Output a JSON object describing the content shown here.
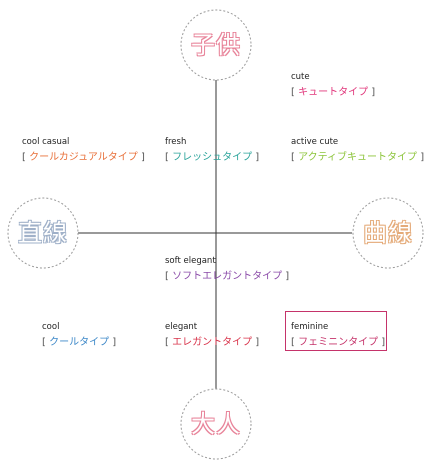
{
  "poles": {
    "top": {
      "label": "子供",
      "color": "#e8849a"
    },
    "left": {
      "label": "直線",
      "color": "#9fb0c8"
    },
    "right": {
      "label": "曲線",
      "color": "#e4aa78"
    },
    "bottom": {
      "label": "大人",
      "color": "#e8849a"
    }
  },
  "bracket_open": "[",
  "bracket_close": "]",
  "types": {
    "cute": {
      "en": "cute",
      "jp": "キュートタイプ",
      "color": "#e0357a"
    },
    "cool_casual": {
      "en": "cool casual",
      "jp": "クールカジュアルタイプ",
      "color": "#e8703a"
    },
    "fresh": {
      "en": "fresh",
      "jp": "フレッシュタイプ",
      "color": "#2aa39a"
    },
    "active_cute": {
      "en": "active cute",
      "jp": "アクティブキュートタイプ",
      "color": "#8cc43a"
    },
    "soft_elegant": {
      "en": "soft elegant",
      "jp": "ソフトエレガントタイプ",
      "color": "#8a4aa8"
    },
    "cool": {
      "en": "cool",
      "jp": "クールタイプ",
      "color": "#3d88c8"
    },
    "elegant": {
      "en": "elegant",
      "jp": "エレガントタイプ",
      "color": "#d8334a"
    },
    "feminine": {
      "en": "feminine",
      "jp": "フェミニンタイプ",
      "color": "#c5336a"
    }
  }
}
